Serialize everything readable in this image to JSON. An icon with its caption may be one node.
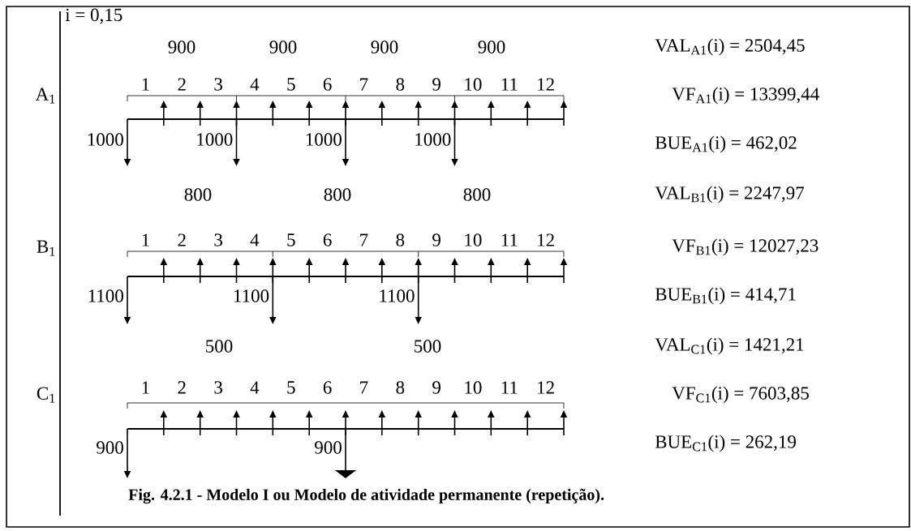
{
  "diagram": {
    "caption": "Fig. 4.2.1 - Modelo I ou Modelo de atividade permanente (repetição).",
    "labels": [
      "i = 0,15",
      "900",
      "900",
      "900",
      "900",
      "VAL$_{A1}$(i) = 2504,45",
      "A$_{1}$",
      "1",
      "2",
      "3",
      "4",
      "5",
      "6",
      "7",
      "8",
      "9",
      "10",
      "11",
      "12",
      "VF$_{A1}$(i) = 13399,44",
      "1000",
      "1000",
      "1000",
      "1000",
      "BUE$_{A1}$(i) = 462,02",
      "800",
      "800",
      "800",
      "VAL$_{B1}$(i) = 2247,97",
      "B$_{1}$",
      "1",
      "2",
      "3",
      "4",
      "5",
      "6",
      "7",
      "8",
      "9",
      "10",
      "11",
      "12",
      "VF$_{B1}$(i) = 12027,23",
      "1100",
      "1100",
      "1100",
      "BUE$_{B1}$(i) = 414,71",
      "500",
      "500",
      "VAL$_{C1}$(i) = 1421,21",
      "C$_{1}$",
      "1",
      "2",
      "3",
      "4",
      "5",
      "6",
      "7",
      "8",
      "9",
      "10",
      "11",
      "12",
      "VF$_{C1}$(i) = 7603,85",
      "900",
      "900",
      "BUE$_{C1}$(i) = 262,19"
    ]
  }
}
